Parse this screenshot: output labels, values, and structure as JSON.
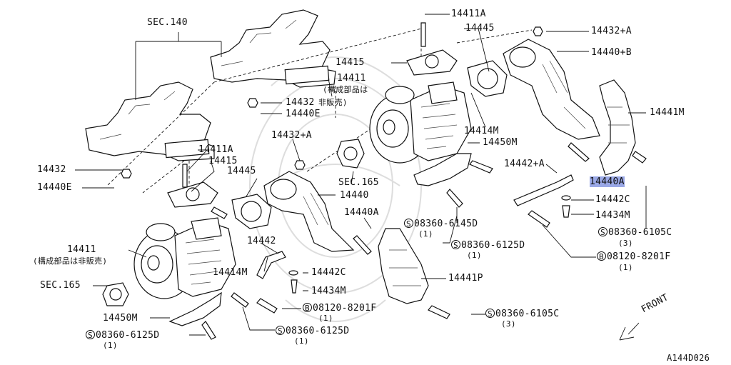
{
  "diagram_code": "A144D026",
  "front_label": "FRONT",
  "labels": {
    "sec140": "SEC.140",
    "p14411a_top": "14411A",
    "p14445_top": "14445",
    "p14432a_top": "14432+A",
    "p14440b": "14440+B",
    "p14415_top": "14415",
    "p14411_top": "14411",
    "p14411_top_note": "(構成部品は",
    "p14432_mid": "14432",
    "p14432_mid_note": "非販売)",
    "p14440e_mid": "14440E",
    "p14441m": "14441M",
    "p14414m_top": "14414M",
    "p14450m_top": "14450M",
    "p14432a_mid": "14432+A",
    "p14411a_mid": "14411A",
    "p14415_mid": "14415",
    "p14445_mid": "14445",
    "p14432_left": "14432",
    "p14440e_left": "14440E",
    "sec165_mid": "SEC.165",
    "p14440_mid": "14440",
    "p14442a": "14442+A",
    "p14440a_right": "14440A",
    "p14442c_right": "14442C",
    "p14434m_right": "14434M",
    "bolt_6145d": "08360-6145D",
    "qty_6145d": "(1)",
    "p14440a_mid": "14440A",
    "bolt_6105c_right": "08360-6105C",
    "qty_6105c_right": "(3)",
    "p14411_left": "14411",
    "p14411_left_note": "(構成部品は非販売)",
    "p14442_mid": "14442",
    "bolt_6125d_mid": "08360-6125D",
    "qty_6125d_mid": "(1)",
    "bolt_8201f_right": "08120-8201F",
    "qty_8201f_right": "(1)",
    "sec165_left": "SEC.165",
    "p14414m_left": "14414M",
    "p14442c_mid": "14442C",
    "p14441p": "14441P",
    "p14434m_mid": "14434M",
    "bolt_8201f_mid": "08120-8201F",
    "qty_8201f_mid": "(1)",
    "p14450m_left": "14450M",
    "bolt_6105c_bottom": "08360-6105C",
    "qty_6105c_bottom": "(3)",
    "bolt_6125d_left": "08360-6125D",
    "qty_6125d_left": "(1)",
    "bolt_6125d_bottom": "08360-6125D",
    "qty_6125d_bottom": "(1)"
  },
  "prefix": {
    "s": "S",
    "b": "B"
  }
}
